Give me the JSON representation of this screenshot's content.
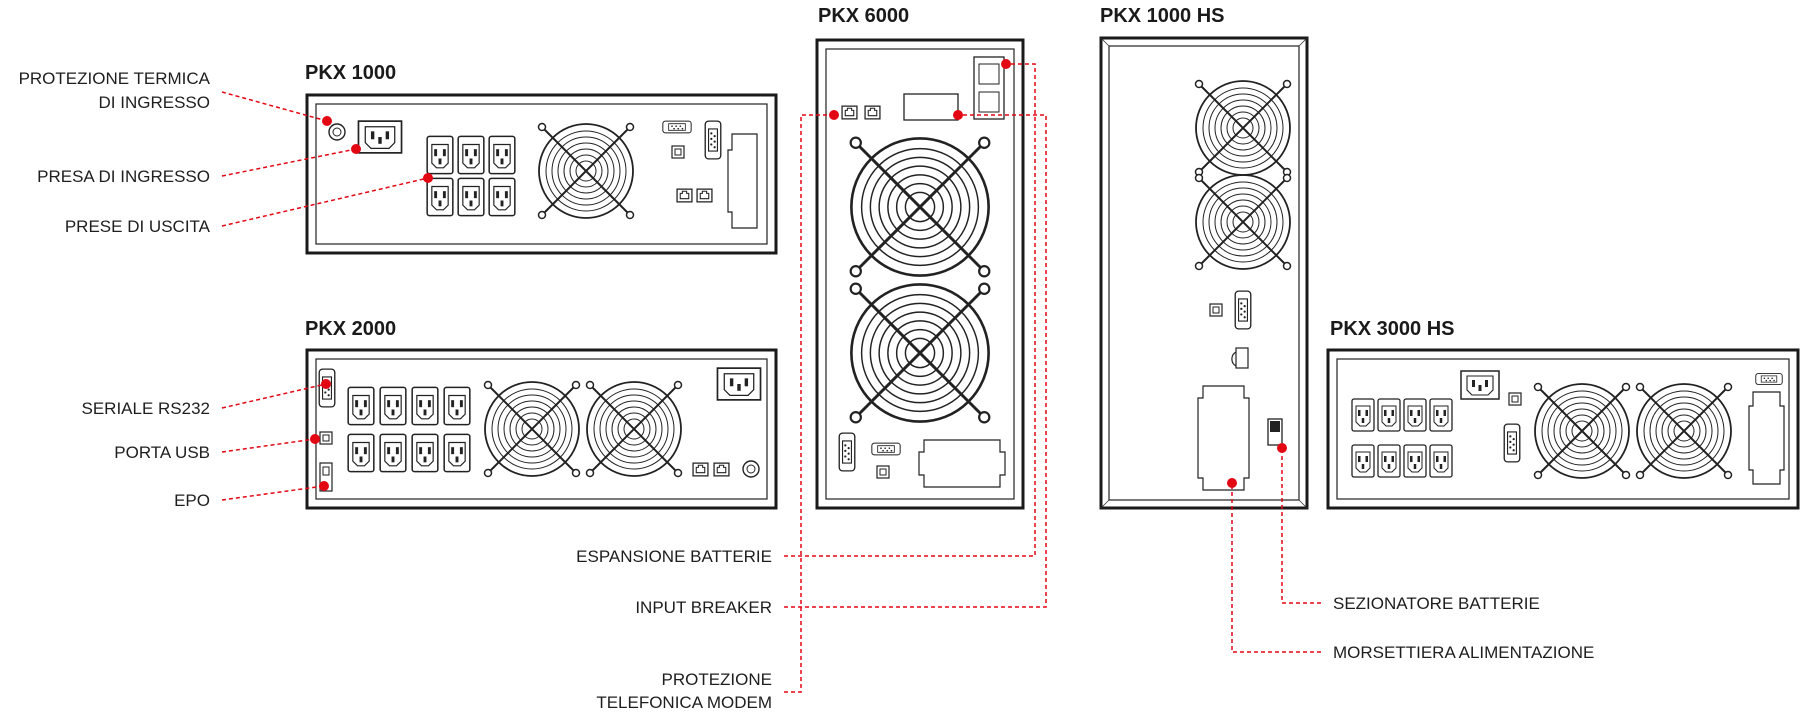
{
  "units": {
    "pkx1000": {
      "title": "PKX 1000"
    },
    "pkx2000": {
      "title": "PKX 2000"
    },
    "pkx6000": {
      "title": "PKX 6000"
    },
    "pkx1000hs": {
      "title": "PKX 1000 HS"
    },
    "pkx3000hs": {
      "title": "PKX 3000 HS"
    }
  },
  "callouts": {
    "protezione_termica": {
      "line1": "PROTEZIONE TERMICA",
      "line2": "DI INGRESSO"
    },
    "presa_ingresso": "PRESA DI INGRESSO",
    "prese_uscita": "PRESE DI USCITA",
    "seriale": "SERIALE RS232",
    "usb": "PORTA USB",
    "epo": "EPO",
    "espansione": "ESPANSIONE BATTERIE",
    "input_breaker": "INPUT BREAKER",
    "protezione_modem": {
      "line1": "PROTEZIONE",
      "line2": "TELEFONICA MODEM"
    },
    "sezionatore": "SEZIONATORE BATTERIE",
    "morsettiera": "MORSETTIERA ALIMENTAZIONE"
  },
  "colors": {
    "leader": "#e30613",
    "outline": "#1a1a1a"
  }
}
